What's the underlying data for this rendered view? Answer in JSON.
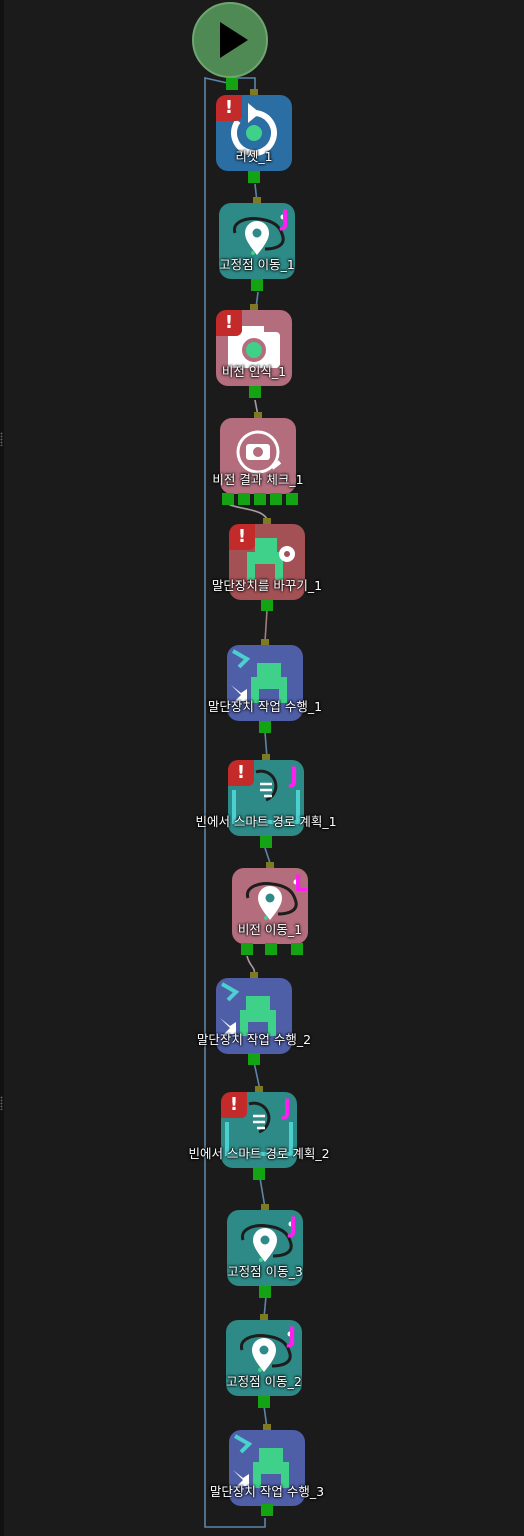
{
  "flow": {
    "start": {
      "icon": "play-icon"
    },
    "nodes": [
      {
        "id": "reset_1",
        "label": "리셋_1",
        "color": "#2a6ea3",
        "icon": "reset-icon",
        "warning": "!",
        "mark": ""
      },
      {
        "id": "fixed_move_1",
        "label": "고정점 이동_1",
        "color": "#2d8a87",
        "icon": "location-path-icon",
        "warning": "",
        "mark": "J"
      },
      {
        "id": "vision_recognition_1",
        "label": "비전 인식_1",
        "color": "#b36d7d",
        "icon": "camera-icon",
        "warning": "!",
        "mark": ""
      },
      {
        "id": "vision_result_check_1",
        "label": "비전 결과 체크_1",
        "color": "#b36d7d",
        "icon": "camera-check-icon",
        "warning": "",
        "mark": ""
      },
      {
        "id": "change_end_effector_1",
        "label": "말단장치를 바꾸기_1",
        "color": "#a35155",
        "icon": "gripper-gear-icon",
        "warning": "!",
        "mark": ""
      },
      {
        "id": "end_effector_action_1",
        "label": "말단장치 작업 수행_1",
        "color": "#4e5fa8",
        "icon": "gripper-action-icon",
        "warning": "",
        "mark": ""
      },
      {
        "id": "smart_path_planning_1",
        "label": "빈에서 스마트 경로 계획_1",
        "color": "#2d8a87",
        "icon": "smart-path-icon",
        "warning": "!",
        "mark": "J"
      },
      {
        "id": "vision_move_1",
        "label": "비전 이동_1",
        "color": "#b36d7d",
        "icon": "location-path-icon",
        "warning": "",
        "mark": "L"
      },
      {
        "id": "end_effector_action_2",
        "label": "말단장치 작업 수행_2",
        "color": "#4e5fa8",
        "icon": "gripper-action-icon",
        "warning": "",
        "mark": ""
      },
      {
        "id": "smart_path_planning_2",
        "label": "빈에서 스마트 경로 계획_2",
        "color": "#2d8a87",
        "icon": "smart-path-icon",
        "warning": "!",
        "mark": "J"
      },
      {
        "id": "fixed_move_3",
        "label": "고정점 이동_3",
        "color": "#2d8a87",
        "icon": "location-path-icon",
        "warning": "",
        "mark": "J"
      },
      {
        "id": "fixed_move_2",
        "label": "고정점 이동_2",
        "color": "#2d8a87",
        "icon": "location-path-icon",
        "warning": "",
        "mark": "J"
      },
      {
        "id": "end_effector_action_3",
        "label": "말단장치 작업 수행_3",
        "color": "#4e5fa8",
        "icon": "gripper-action-icon",
        "warning": "",
        "mark": ""
      }
    ],
    "colors": {
      "background": "#1b1b1b",
      "wire": "#5b86a8",
      "port_in": "#7e7a22",
      "port_out": "#13a313",
      "accent_green": "#3fd08a",
      "warning": "#c32a2a",
      "mark": "#ff1ff0"
    }
  }
}
